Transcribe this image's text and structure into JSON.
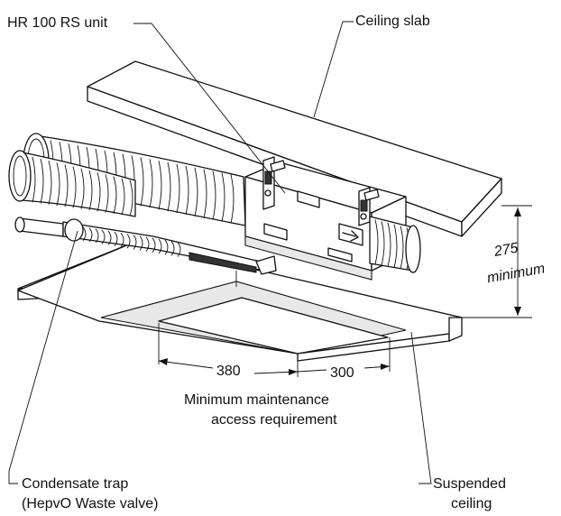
{
  "labels": {
    "unit": "HR 100 RS unit",
    "ceiling_slab": "Ceiling slab",
    "height_value": "275",
    "height_note": "minimum",
    "width_380": "380",
    "depth_300": "300",
    "access_line1": "Minimum maintenance",
    "access_line2": "access requirement",
    "trap_line1": "Condensate trap",
    "trap_line2": "(HepvO Waste valve)",
    "ceiling_line1": "Suspended",
    "ceiling_line2": "ceiling"
  },
  "icons": {
    "flow_arrow": "flow-arrow-icon"
  }
}
